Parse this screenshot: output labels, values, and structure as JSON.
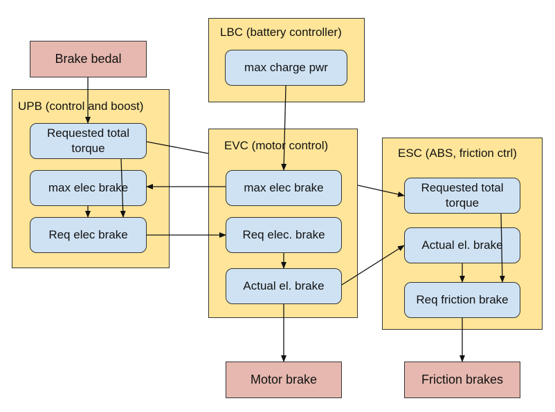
{
  "external": {
    "brake_pedal": "Brake bedal",
    "motor_brake": "Motor brake",
    "friction_brakes": "Friction brakes"
  },
  "groups": {
    "lbc": {
      "title": "LBC (battery controller)",
      "max_charge": "max charge pwr"
    },
    "upb": {
      "title": "UPB (control and boost)",
      "requested_total": "Requested total torque",
      "max_elec": "max elec brake",
      "req_elec": "Req elec brake"
    },
    "evc": {
      "title": "EVC (motor control)",
      "max_elec": "max elec brake",
      "req_elec": "Req elec. brake",
      "actual": "Actual el. brake"
    },
    "esc": {
      "title": "ESC (ABS, friction ctrl)",
      "requested_total": "Requested total torque",
      "actual": "Actual el. brake",
      "req_friction": "Req friction brake"
    }
  }
}
